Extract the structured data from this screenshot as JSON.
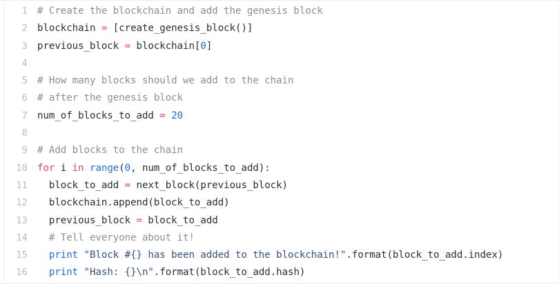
{
  "editor": {
    "title": "python-code-snippet",
    "language": "Python",
    "gutter_label": "line-numbers",
    "colors": {
      "background": "#ffffff",
      "border": "#eceef0",
      "line_number": "#b8bcc2",
      "plain": "#2b2f36",
      "comment": "#8b8f94",
      "keyword": "#e0436e",
      "operator": "#e0436e",
      "builtin": "#1c6fd8",
      "number": "#1c6fd8",
      "string": "#37527e"
    },
    "first_line": 1,
    "last_line": 16,
    "total_lines": 16
  },
  "lines": [
    {
      "n": "1",
      "text": "# Create the blockchain and add the genesis block",
      "tokens": [
        {
          "t": "# Create the blockchain and add the genesis block",
          "c": "comment"
        }
      ]
    },
    {
      "n": "2",
      "text": "blockchain = [create_genesis_block()]",
      "tokens": [
        {
          "t": "blockchain ",
          "c": "plain"
        },
        {
          "t": "=",
          "c": "operator"
        },
        {
          "t": " [create_genesis_block()]",
          "c": "plain"
        }
      ]
    },
    {
      "n": "3",
      "text": "previous_block = blockchain[0]",
      "tokens": [
        {
          "t": "previous_block ",
          "c": "plain"
        },
        {
          "t": "=",
          "c": "operator"
        },
        {
          "t": " blockchain[",
          "c": "plain"
        },
        {
          "t": "0",
          "c": "number"
        },
        {
          "t": "]",
          "c": "plain"
        }
      ]
    },
    {
      "n": "4",
      "text": "",
      "tokens": []
    },
    {
      "n": "5",
      "text": "# How many blocks should we add to the chain",
      "tokens": [
        {
          "t": "# How many blocks should we add to the chain",
          "c": "comment"
        }
      ]
    },
    {
      "n": "6",
      "text": "# after the genesis block",
      "tokens": [
        {
          "t": "# after the genesis block",
          "c": "comment"
        }
      ]
    },
    {
      "n": "7",
      "text": "num_of_blocks_to_add = 20",
      "tokens": [
        {
          "t": "num_of_blocks_to_add ",
          "c": "plain"
        },
        {
          "t": "=",
          "c": "operator"
        },
        {
          "t": " ",
          "c": "plain"
        },
        {
          "t": "20",
          "c": "number"
        }
      ]
    },
    {
      "n": "8",
      "text": "",
      "tokens": []
    },
    {
      "n": "9",
      "text": "# Add blocks to the chain",
      "tokens": [
        {
          "t": "# Add blocks to the chain",
          "c": "comment"
        }
      ]
    },
    {
      "n": "10",
      "text": "for i in range(0, num_of_blocks_to_add):",
      "tokens": [
        {
          "t": "for",
          "c": "keyword"
        },
        {
          "t": " i ",
          "c": "plain"
        },
        {
          "t": "in",
          "c": "keyword"
        },
        {
          "t": " ",
          "c": "plain"
        },
        {
          "t": "range",
          "c": "builtin"
        },
        {
          "t": "(",
          "c": "plain"
        },
        {
          "t": "0",
          "c": "number"
        },
        {
          "t": ", num_of_blocks_to_add):",
          "c": "plain"
        }
      ]
    },
    {
      "n": "11",
      "text": "  block_to_add = next_block(previous_block)",
      "tokens": [
        {
          "t": "  block_to_add ",
          "c": "plain"
        },
        {
          "t": "=",
          "c": "operator"
        },
        {
          "t": " next_block(previous_block)",
          "c": "plain"
        }
      ]
    },
    {
      "n": "12",
      "text": "  blockchain.append(block_to_add)",
      "tokens": [
        {
          "t": "  blockchain.append(block_to_add)",
          "c": "plain"
        }
      ]
    },
    {
      "n": "13",
      "text": "  previous_block = block_to_add",
      "tokens": [
        {
          "t": "  previous_block ",
          "c": "plain"
        },
        {
          "t": "=",
          "c": "operator"
        },
        {
          "t": " block_to_add",
          "c": "plain"
        }
      ]
    },
    {
      "n": "14",
      "text": "  # Tell everyone about it!",
      "tokens": [
        {
          "t": "  ",
          "c": "plain"
        },
        {
          "t": "# Tell everyone about it!",
          "c": "comment"
        }
      ]
    },
    {
      "n": "15",
      "text": "  print \"Block #{} has been added to the blockchain!\".format(block_to_add.index)",
      "tokens": [
        {
          "t": "  ",
          "c": "plain"
        },
        {
          "t": "print",
          "c": "builtin"
        },
        {
          "t": " ",
          "c": "plain"
        },
        {
          "t": "\"Block #{} has been added to the blockchain!\"",
          "c": "string"
        },
        {
          "t": ".format(block_to_add.index)",
          "c": "plain"
        }
      ]
    },
    {
      "n": "16",
      "text": "  print \"Hash: {}\\n\".format(block_to_add.hash)",
      "tokens": [
        {
          "t": "  ",
          "c": "plain"
        },
        {
          "t": "print",
          "c": "builtin"
        },
        {
          "t": " ",
          "c": "plain"
        },
        {
          "t": "\"Hash: {}\\n\"",
          "c": "string"
        },
        {
          "t": ".format(block_to_add.hash)",
          "c": "plain"
        }
      ]
    }
  ]
}
